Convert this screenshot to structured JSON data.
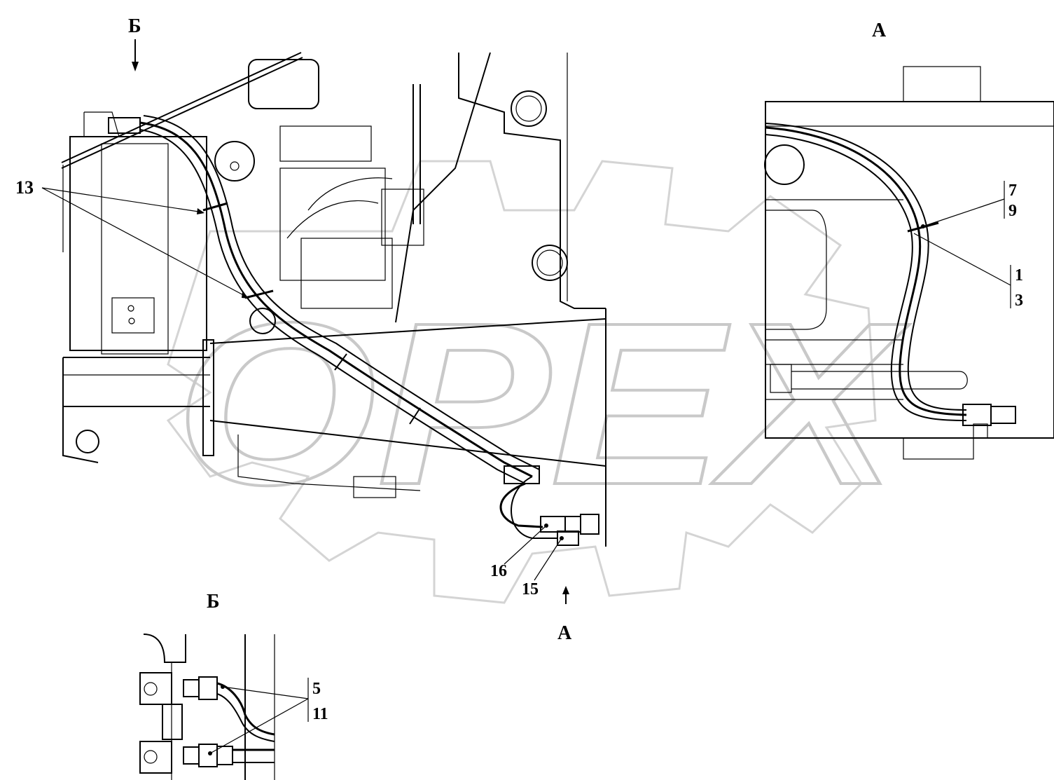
{
  "watermark": {
    "text": "OPEX"
  },
  "views": {
    "main": {
      "view_arrow_b": "Б",
      "view_arrow_a": "А"
    },
    "view_a": {
      "title": "А"
    },
    "view_b": {
      "title": "Б"
    }
  },
  "callouts": {
    "c13": "13",
    "c16": "16",
    "c15": "15",
    "c7": "7",
    "c9": "9",
    "c1": "1",
    "c3": "3",
    "c5": "5",
    "c11": "11"
  }
}
